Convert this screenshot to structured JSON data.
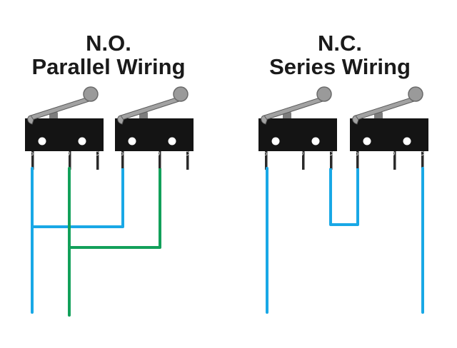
{
  "titles": {
    "left": {
      "line1": "N.O.",
      "line2": "Parallel Wiring"
    },
    "right": {
      "line1": "N.C.",
      "line2": "Series Wiring"
    }
  },
  "pins": {
    "com": "Com",
    "no": "N/O",
    "nc": "N/C"
  },
  "colors": {
    "switch_body": "#141414",
    "lever": "#8e8e8e",
    "roller": "#9a9a9a",
    "wire_blue": "#19a8e6",
    "wire_green": "#12a05a",
    "pin": "#2a2a2a",
    "background": "#ffffff"
  }
}
